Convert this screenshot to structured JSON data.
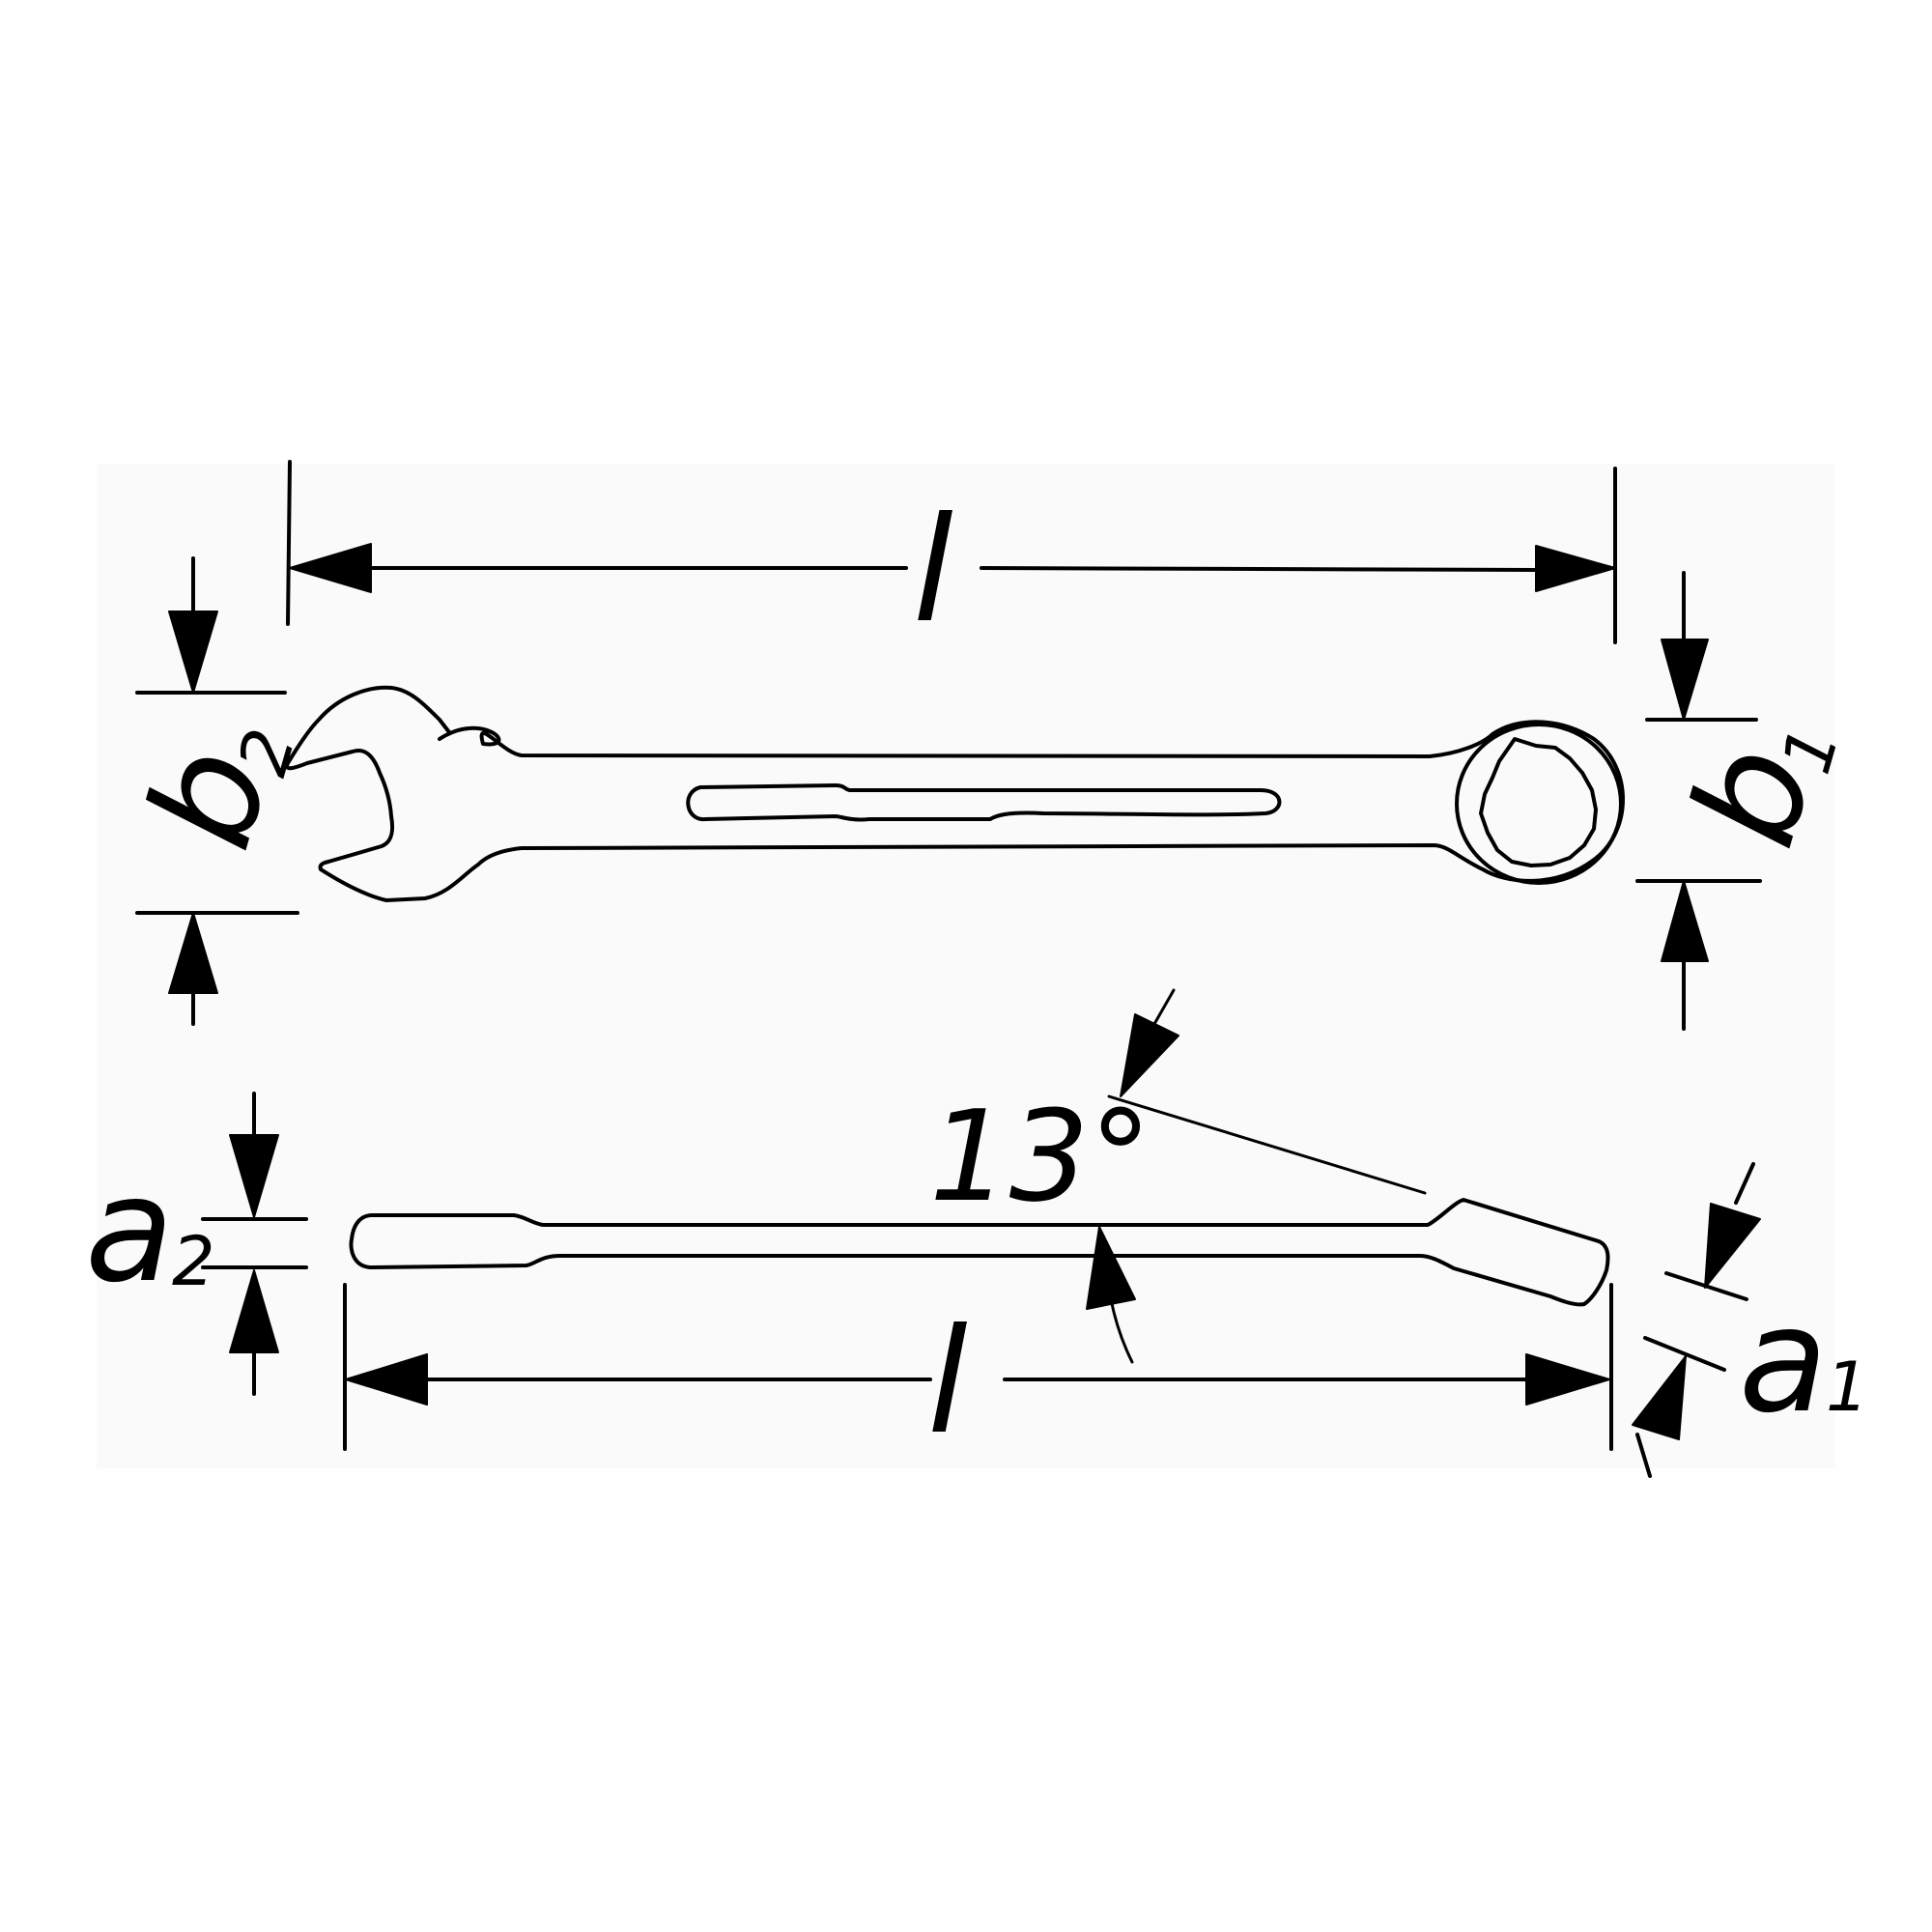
{
  "labels": {
    "length_top": "l",
    "length_bottom": "l",
    "width_open_end": {
      "letter": "b",
      "sub": "2"
    },
    "width_ring_end": {
      "letter": "b",
      "sub": "1"
    },
    "thickness_open_end": {
      "letter": "a",
      "sub": "2"
    },
    "thickness_ring_end": {
      "letter": "a",
      "sub": "1"
    },
    "offset_angle": "13°"
  },
  "colors": {
    "line": "#000000",
    "background": "#ffffff",
    "plate": "#fafafa"
  }
}
